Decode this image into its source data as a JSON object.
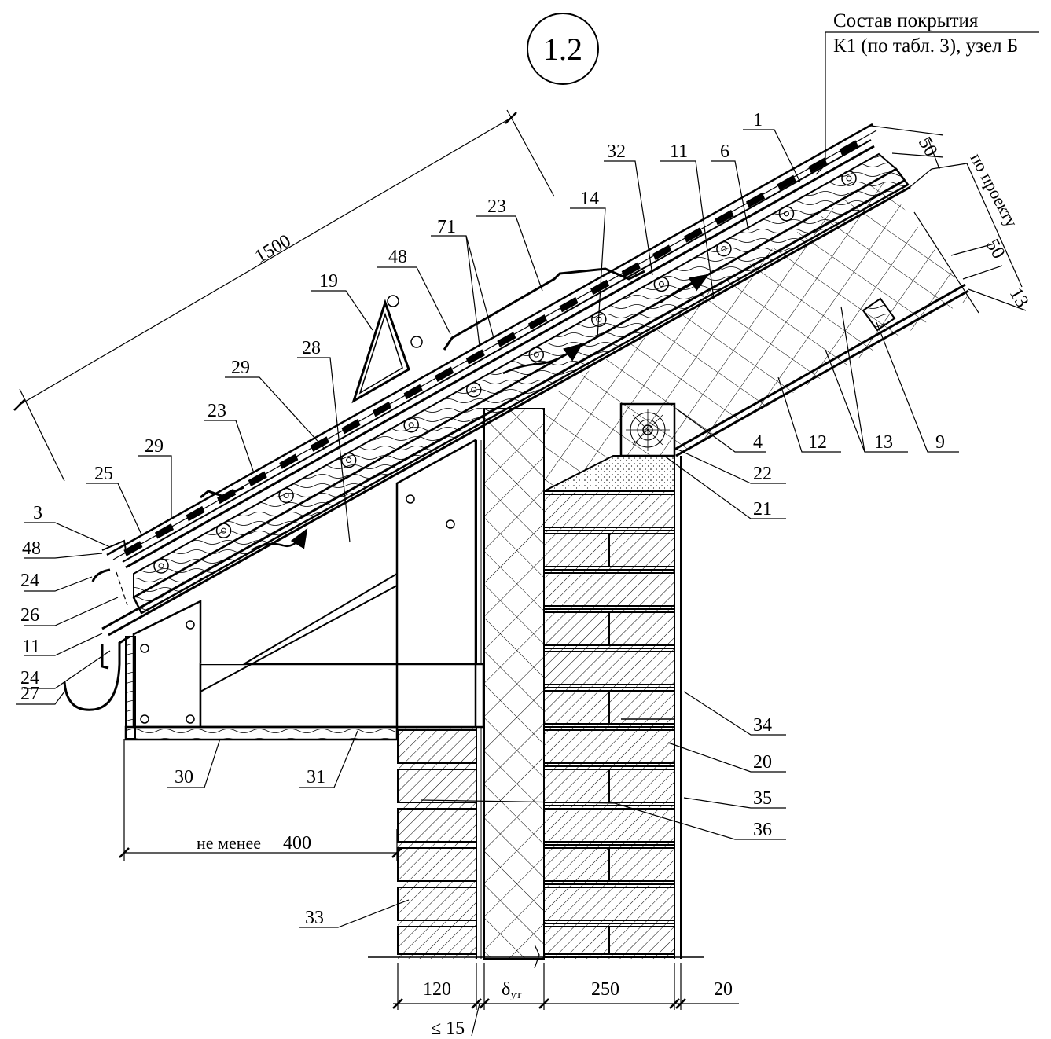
{
  "header": {
    "node_id": "1.2",
    "composition_line1": "Состав покрытия",
    "composition_line2": "К1 (по табл. 3), узел Б"
  },
  "dimensions": {
    "slope_length": "1500",
    "d_50_top": "50",
    "po_proektu": "по проекту",
    "d_50_mid": "50",
    "d_13": "13",
    "ne_menee_text": "не менее",
    "ne_menee_value": "400",
    "d_120": "120",
    "delta_main": "δ",
    "delta_sub": "ут",
    "d_250": "250",
    "d_20": "20",
    "le_15": "≤ 15"
  },
  "callouts": [
    {
      "id": "c1",
      "text": "1"
    },
    {
      "id": "c11a",
      "text": "11"
    },
    {
      "id": "c6",
      "text": "6"
    },
    {
      "id": "c32",
      "text": "32"
    },
    {
      "id": "c14",
      "text": "14"
    },
    {
      "id": "c23a",
      "text": "23"
    },
    {
      "id": "c71",
      "text": "71"
    },
    {
      "id": "c48a",
      "text": "48"
    },
    {
      "id": "c19",
      "text": "19"
    },
    {
      "id": "c28",
      "text": "28"
    },
    {
      "id": "c29a",
      "text": "29"
    },
    {
      "id": "c23b",
      "text": "23"
    },
    {
      "id": "c29b",
      "text": "29"
    },
    {
      "id": "c25",
      "text": "25"
    },
    {
      "id": "c3",
      "text": "3"
    },
    {
      "id": "c48b",
      "text": "48"
    },
    {
      "id": "c24a",
      "text": "24"
    },
    {
      "id": "c26",
      "text": "26"
    },
    {
      "id": "c11b",
      "text": "11"
    },
    {
      "id": "c24b",
      "text": "24"
    },
    {
      "id": "c27",
      "text": "27"
    },
    {
      "id": "c4",
      "text": "4"
    },
    {
      "id": "c12",
      "text": "12"
    },
    {
      "id": "c13",
      "text": "13"
    },
    {
      "id": "c9",
      "text": "9"
    },
    {
      "id": "c22",
      "text": "22"
    },
    {
      "id": "c21",
      "text": "21"
    },
    {
      "id": "c34",
      "text": "34"
    },
    {
      "id": "c20",
      "text": "20"
    },
    {
      "id": "c35",
      "text": "35"
    },
    {
      "id": "c36",
      "text": "36"
    },
    {
      "id": "c30",
      "text": "30"
    },
    {
      "id": "c31",
      "text": "31"
    },
    {
      "id": "c33",
      "text": "33"
    }
  ]
}
